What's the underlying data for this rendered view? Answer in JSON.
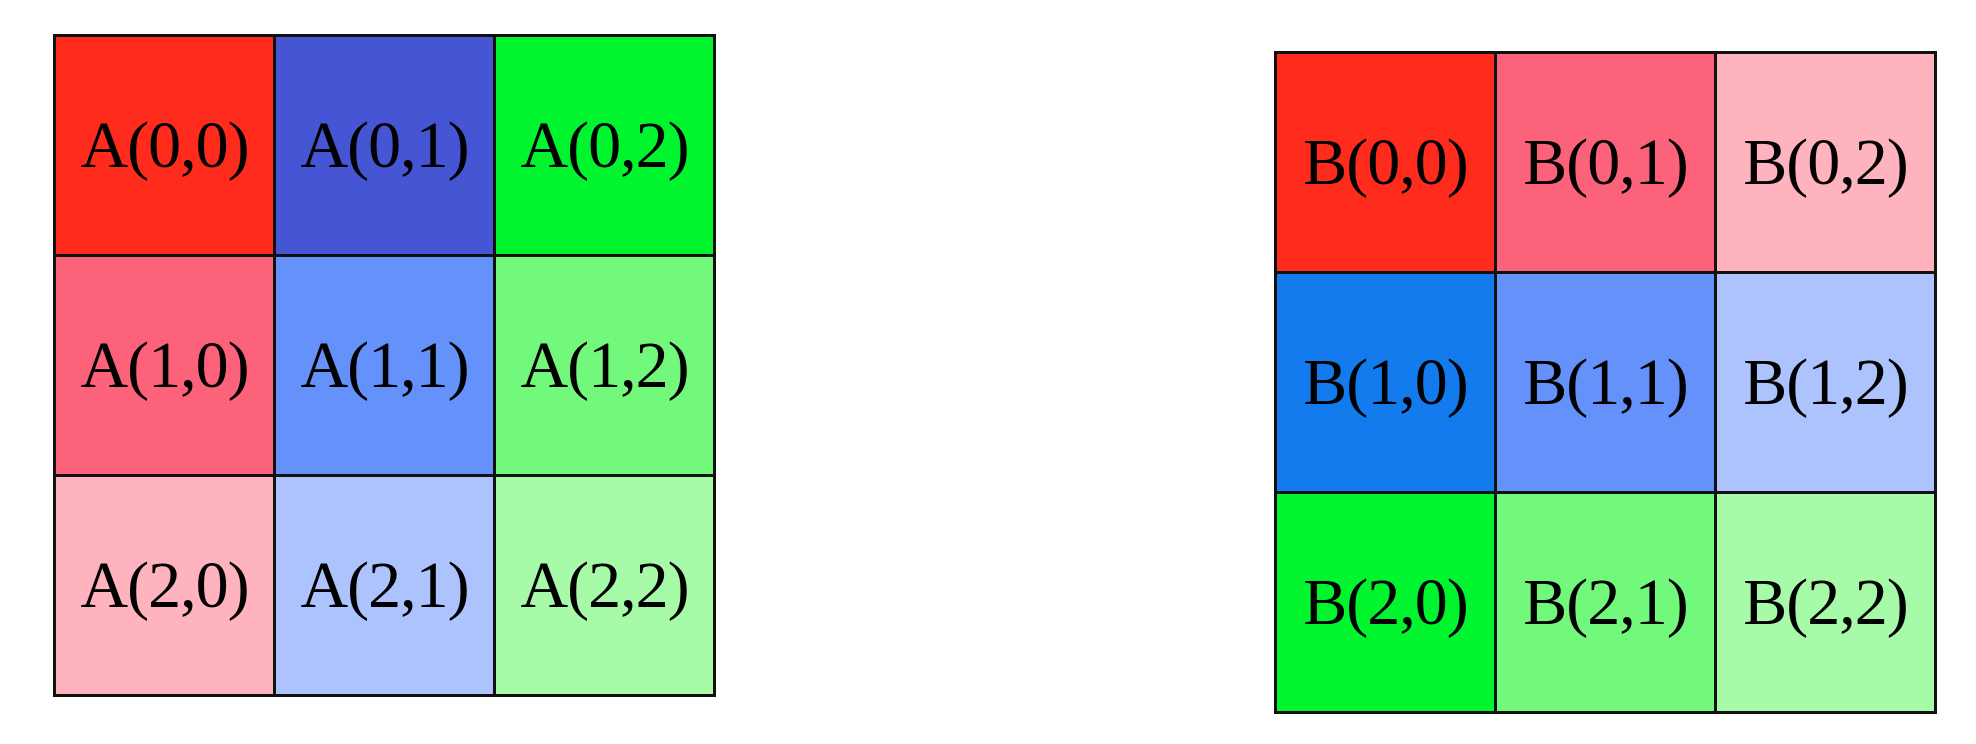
{
  "matrices": [
    {
      "id": "A",
      "rows": [
        [
          {
            "label": "A(0,0)",
            "color": "#ff2b1c"
          },
          {
            "label": "A(0,1)",
            "color": "#4555d3"
          },
          {
            "label": "A(0,2)",
            "color": "#00f52e"
          }
        ],
        [
          {
            "label": "A(1,0)",
            "color": "#fd627b"
          },
          {
            "label": "A(1,1)",
            "color": "#6591fb"
          },
          {
            "label": "A(1,2)",
            "color": "#72f97b"
          }
        ],
        [
          {
            "label": "A(2,0)",
            "color": "#ffb3bf"
          },
          {
            "label": "A(2,1)",
            "color": "#adc3fd"
          },
          {
            "label": "A(2,2)",
            "color": "#a6faa8"
          }
        ]
      ]
    },
    {
      "id": "B",
      "rows": [
        [
          {
            "label": "B(0,0)",
            "color": "#ff2b1c"
          },
          {
            "label": "B(0,1)",
            "color": "#fd627b"
          },
          {
            "label": "B(0,2)",
            "color": "#ffb3bf"
          }
        ],
        [
          {
            "label": "B(1,0)",
            "color": "#147bef"
          },
          {
            "label": "B(1,1)",
            "color": "#6591fb"
          },
          {
            "label": "B(1,2)",
            "color": "#adc3fd"
          }
        ],
        [
          {
            "label": "B(2,0)",
            "color": "#00f52e"
          },
          {
            "label": "B(2,1)",
            "color": "#72f97b"
          },
          {
            "label": "B(2,2)",
            "color": "#a6faa8"
          }
        ]
      ]
    }
  ]
}
